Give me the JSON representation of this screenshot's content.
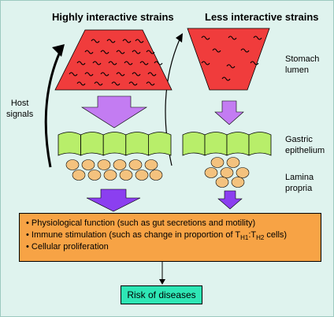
{
  "diagram": {
    "left_title": "Highly interactive strains",
    "right_title": "Less interactive strains",
    "host_signals": [
      "Host",
      "signals"
    ],
    "stomach_lumen": [
      "Stomach",
      "lumen"
    ],
    "gastric_epithelium": [
      "Gastric",
      "epithelium"
    ],
    "lamina_propria": [
      "Lamina",
      "propria"
    ],
    "effects": {
      "item1": "Physiological function (such as gut secretions and motility)",
      "item2_prefix": "Immune stimulation (such as change in proportion of T",
      "item2_sub1": "H1",
      "item2_mid": ":T",
      "item2_sub2": "H2",
      "item2_suffix": " cells)",
      "item3": "Cellular proliferation"
    },
    "risk": "Risk of diseases",
    "bullet": "•",
    "colors": {
      "background": "#dff3ee",
      "bacteria_red": "#f03c3c",
      "arrow_purple": "#c37cf2",
      "arrow_dark_purple": "#8b3ff0",
      "epithelium_green": "#b8ee6a",
      "cell_orange": "#f4c27e",
      "effects_orange": "#f7a345",
      "risk_green": "#2ee6b5"
    }
  }
}
